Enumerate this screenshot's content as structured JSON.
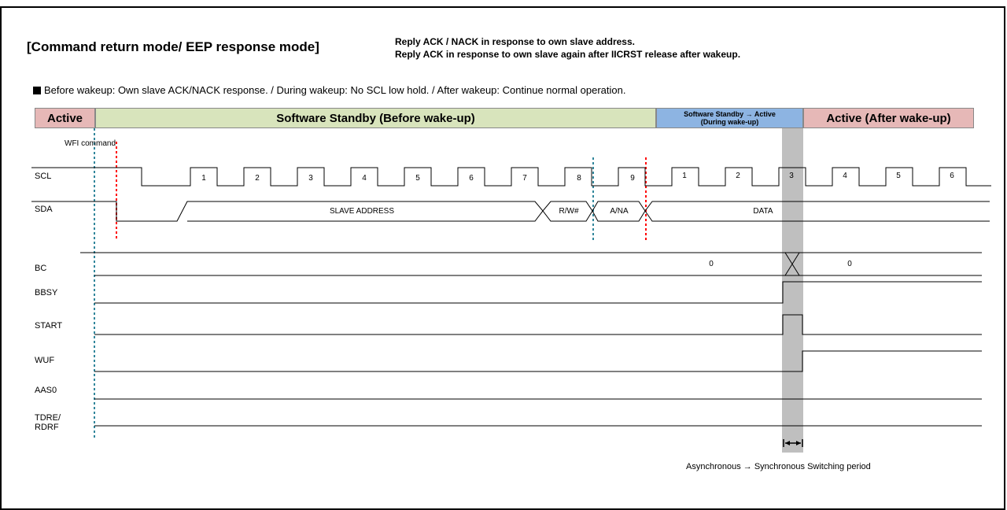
{
  "header": {
    "title": "[Command return mode/ EEP response mode]",
    "subtitle_line1": "Reply ACK / NACK in response to own slave address.",
    "subtitle_line2": "Reply ACK in response to own slave again after IICRST release after wakeup."
  },
  "note": "Before wakeup: Own slave ACK/NACK response. / During wakeup: No SCL low hold. / After wakeup: Continue normal operation.",
  "phases": {
    "active": "Active",
    "standby": "Software Standby (Before wake-up)",
    "during_line1": "Software Standby → Active",
    "during_line2": "(During wake-up)",
    "after": "Active (After wake-up)"
  },
  "wfi_label": "WFI command",
  "signals": {
    "scl": "SCL",
    "sda": "SDA",
    "bc": "BC",
    "bbsy": "BBSY",
    "start": "START",
    "wuf": "WUF",
    "aas0": "AAS0",
    "tdre_line1": "TDRE/",
    "tdre_line2": "RDRF"
  },
  "scl_pulses_before": [
    "1",
    "2",
    "3",
    "4",
    "5",
    "6",
    "7",
    "8",
    "9"
  ],
  "scl_pulses_after": [
    "1",
    "2",
    "3",
    "4",
    "5",
    "6"
  ],
  "sda_fields": {
    "slave_address": "SLAVE ADDRESS",
    "rw": "R/W#",
    "ack": "A/NA",
    "data": "DATA"
  },
  "bc_values": {
    "before": "0",
    "after": "0"
  },
  "switching_label": "Asynchronous → Synchronous Switching period",
  "colors": {
    "active": "#e6b8b7",
    "standby": "#d8e4bc",
    "during": "#8db4e2",
    "after": "#e6b8b7",
    "wfi_marker": "#31869b",
    "scl_marker": "#ff0000",
    "switch_band": "#bfbfbf"
  }
}
